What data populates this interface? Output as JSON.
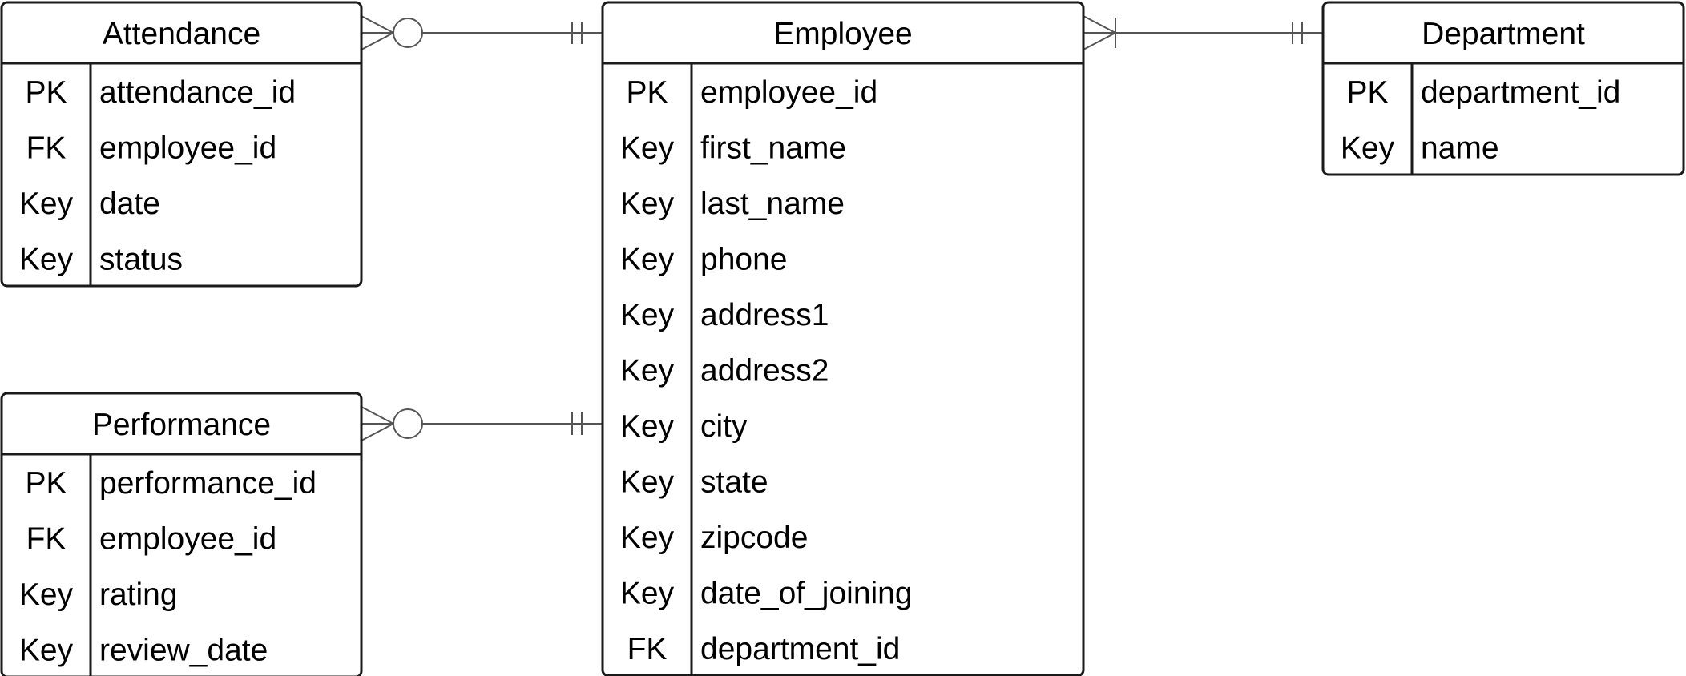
{
  "diagram": {
    "stroke_color": "#1a1a1a",
    "connector_color": "#555555",
    "background": "#ffffff"
  },
  "entities": [
    {
      "id": "attendance",
      "title": "Attendance",
      "rows": [
        {
          "key": "PK",
          "field": "attendance_id"
        },
        {
          "key": "FK",
          "field": "employee_id"
        },
        {
          "key": "Key",
          "field": "date"
        },
        {
          "key": "Key",
          "field": "status"
        }
      ]
    },
    {
      "id": "performance",
      "title": "Performance",
      "rows": [
        {
          "key": "PK",
          "field": "performance_id"
        },
        {
          "key": "FK",
          "field": "employee_id"
        },
        {
          "key": "Key",
          "field": "rating"
        },
        {
          "key": "Key",
          "field": "review_date"
        }
      ]
    },
    {
      "id": "employee",
      "title": "Employee",
      "rows": [
        {
          "key": "PK",
          "field": "employee_id"
        },
        {
          "key": "Key",
          "field": "first_name"
        },
        {
          "key": "Key",
          "field": "last_name"
        },
        {
          "key": "Key",
          "field": "phone"
        },
        {
          "key": "Key",
          "field": "address1"
        },
        {
          "key": "Key",
          "field": "address2"
        },
        {
          "key": "Key",
          "field": "city"
        },
        {
          "key": "Key",
          "field": "state"
        },
        {
          "key": "Key",
          "field": "zipcode"
        },
        {
          "key": "Key",
          "field": "date_of_joining"
        },
        {
          "key": "FK",
          "field": "department_id"
        }
      ]
    },
    {
      "id": "department",
      "title": "Department",
      "rows": [
        {
          "key": "PK",
          "field": "department_id"
        },
        {
          "key": "Key",
          "field": "name"
        }
      ]
    }
  ],
  "relationships": [
    {
      "from": "attendance",
      "from_end": "zero-or-many",
      "to": "employee",
      "to_end": "exactly-one"
    },
    {
      "from": "performance",
      "from_end": "zero-or-many",
      "to": "employee",
      "to_end": "exactly-one"
    },
    {
      "from": "employee",
      "from_end": "one-or-many",
      "to": "department",
      "to_end": "exactly-one"
    }
  ]
}
